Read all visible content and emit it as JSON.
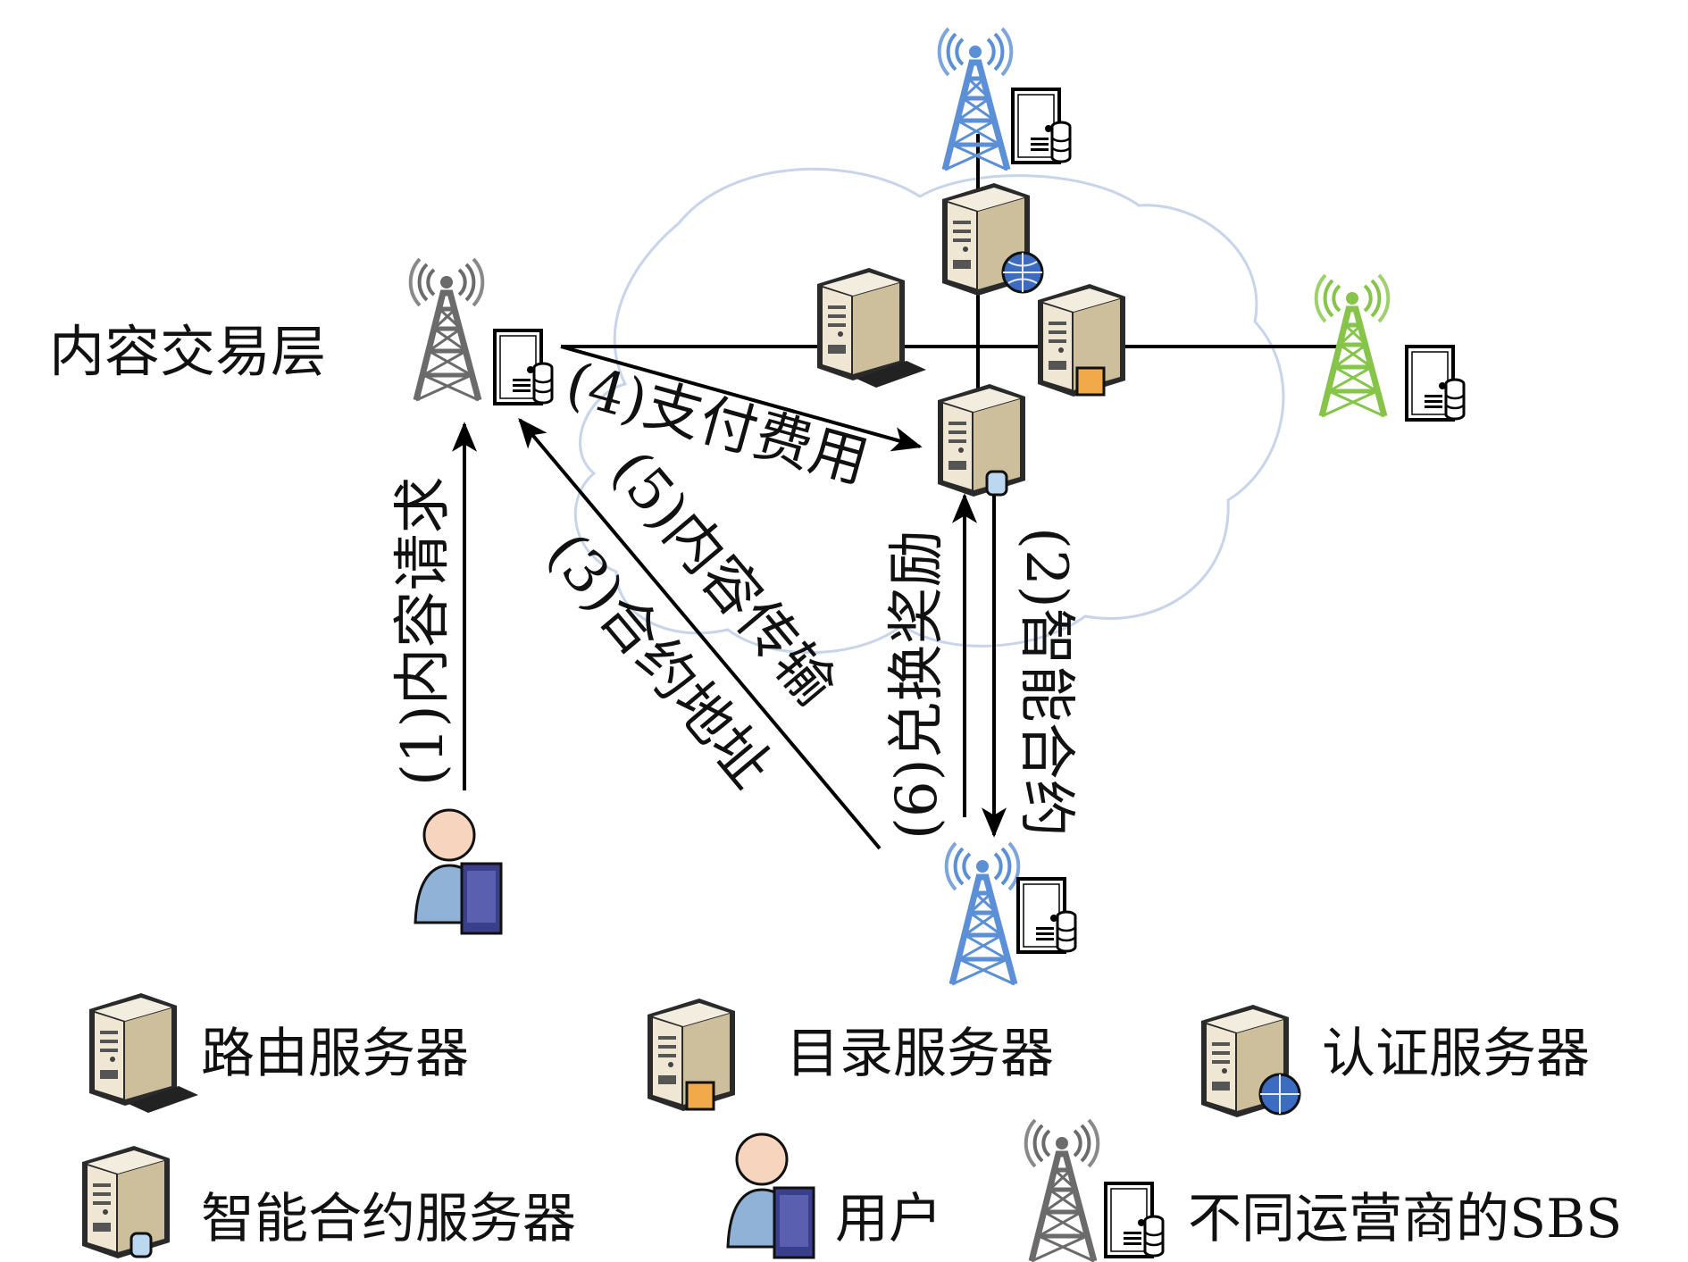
{
  "layer_label": "内容交易层",
  "flows": {
    "f1": "(1)内容请求",
    "f2": "(2)智能合约",
    "f3": "(3)合约地址",
    "f4": "(4)支付费用",
    "f5": "(5)内容传输",
    "f6": "(6)兑换奖励"
  },
  "legend": {
    "routing": "路由服务器",
    "directory": "目录服务器",
    "auth": "认证服务器",
    "contract": "智能合约服务器",
    "user": "用户",
    "sbs": "不同运营商的SBS"
  },
  "colors": {
    "tower_gray": "#6b6b6b",
    "tower_blue": "#5b8fd6",
    "tower_green": "#86c44a",
    "cloud_stroke": "#c7d4ea",
    "server_body": "#e6dcc4"
  }
}
